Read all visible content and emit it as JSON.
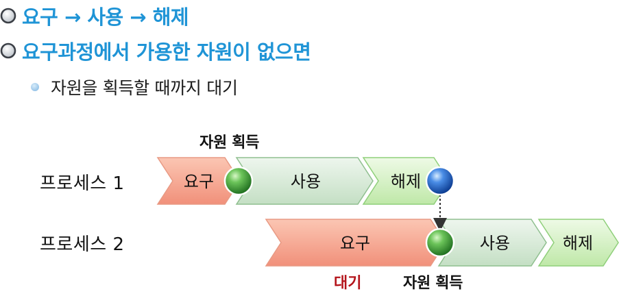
{
  "bullets": [
    {
      "text": "요구 → 사용 → 해제"
    },
    {
      "text": "요구과정에서 가용한 자원이 없으면"
    }
  ],
  "sub_bullet": {
    "text": "자원을 획득할 때까지 대기"
  },
  "diagram": {
    "process1": {
      "label": "프로세스 1",
      "stages": [
        "요구",
        "사용",
        "해제"
      ],
      "acquire_label": "자원 획득"
    },
    "process2": {
      "label": "프로세스 2",
      "stages": [
        "요구",
        "사용",
        "해제"
      ],
      "acquire_label": "자원 획득",
      "wait_label": "대기"
    }
  },
  "colors": {
    "heading": "#1f94d6",
    "request_stage": "#f5a48c",
    "use_stage": "#d6ead6",
    "release_stage": "#d8f2c8",
    "wait_text": "#b4141b",
    "acquire_ball": "#3a9b3a",
    "release_ball": "#1b5cc4"
  }
}
